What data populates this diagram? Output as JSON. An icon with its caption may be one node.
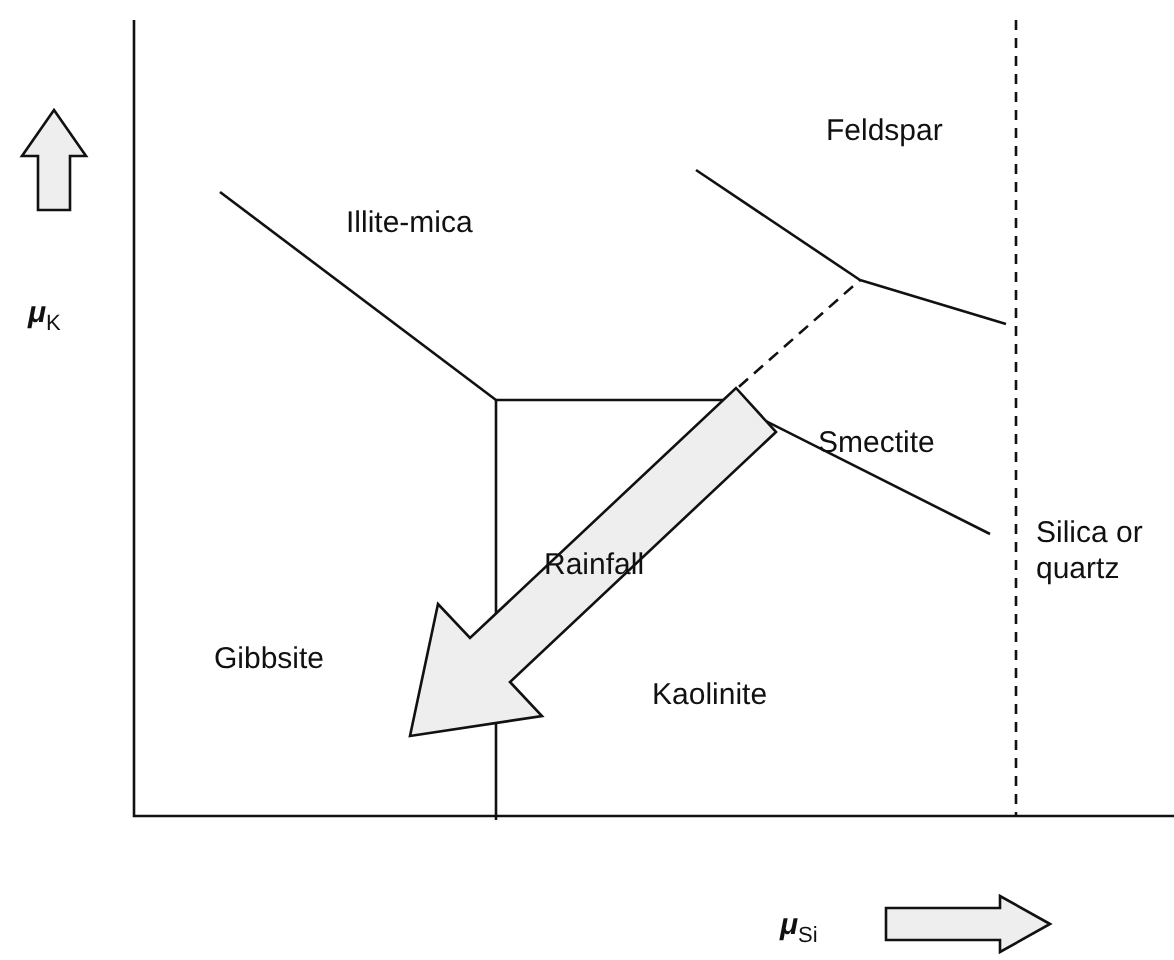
{
  "diagram": {
    "labels": [
      "Feldspar",
      "Illite-mica",
      "μ$_{K}$",
      "Smectite",
      "Rainfall",
      "Silica or quartz",
      "Gibbsite",
      "Kaolinite",
      "μ$_{Si}$"
    ]
  }
}
